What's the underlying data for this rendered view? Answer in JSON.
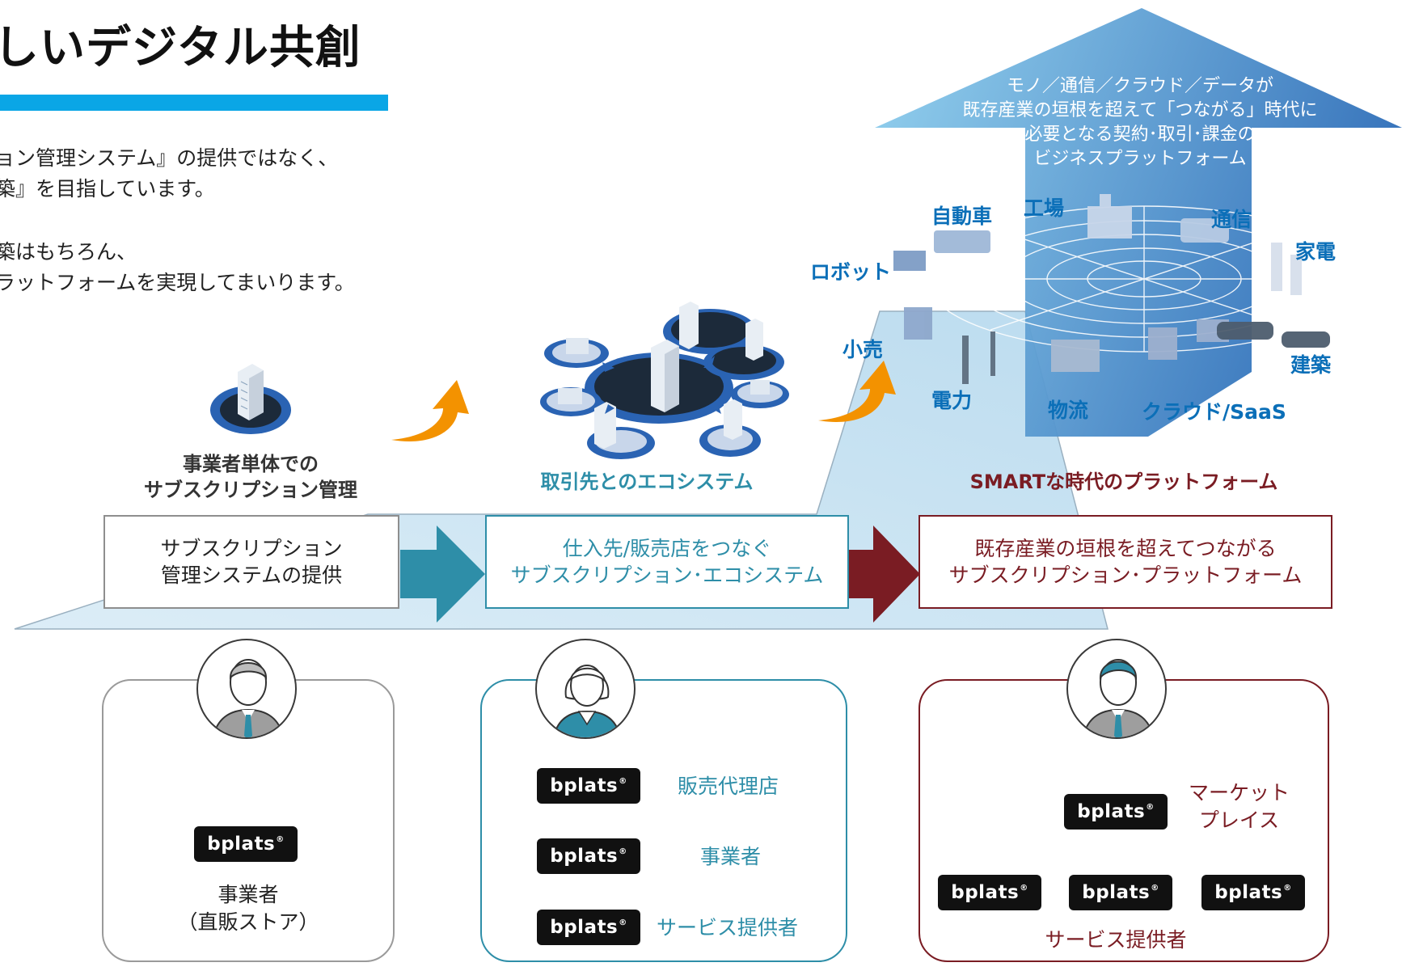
{
  "header": {
    "title": "しいデジタル共創",
    "intro_lines": [
      "ョン管理システム』の提供ではなく、",
      "築』を目指しています。",
      "築はもちろん、",
      "ラットフォームを実現してまいります。"
    ]
  },
  "stages": [
    {
      "label_lines": [
        "事業者単体での",
        "サブスクリプション管理"
      ],
      "box_lines": [
        "サブスクリプション",
        "管理システムの提供"
      ]
    },
    {
      "label_lines": [
        "取引先とのエコシステム"
      ],
      "box_lines": [
        "仕入先/販売店をつなぐ",
        "サブスクリプション･エコシステム"
      ]
    },
    {
      "label_lines": [
        "SMARTな時代のプラットフォーム"
      ],
      "box_lines": [
        "既存産業の垣根を超えてつながる",
        "サブスクリプション･プラットフォーム"
      ]
    }
  ],
  "banner_lines": [
    "モノ／通信／クラウド／データが",
    "既存産業の垣根を超えて「つながる」時代に",
    "必要となる契約･取引･課金の",
    "ビジネスプラットフォーム"
  ],
  "sectors": [
    "自動車",
    "工場",
    "通信",
    "家電",
    "ロボット",
    "小売",
    "建築",
    "電力",
    "物流",
    "クラウド/SaaS"
  ],
  "logo": {
    "text": "bplats",
    "reg": "®"
  },
  "panels": {
    "direct": {
      "role_lines": [
        "事業者",
        "（直販ストア）"
      ]
    },
    "eco": {
      "roles": [
        "販売代理店",
        "事業者",
        "サービス提供者"
      ]
    },
    "platform": {
      "marketplace_lines": [
        "マーケット",
        "プレイス"
      ],
      "provider": "サービス提供者"
    }
  },
  "colors": {
    "accent_blue": "#0aa6e6",
    "teal": "#2e8ea8",
    "maroon": "#7a1c23",
    "sector_blue": "#0b6fb8",
    "arrow_orange": "#f39200",
    "gray_border": "#9a9a9a"
  }
}
